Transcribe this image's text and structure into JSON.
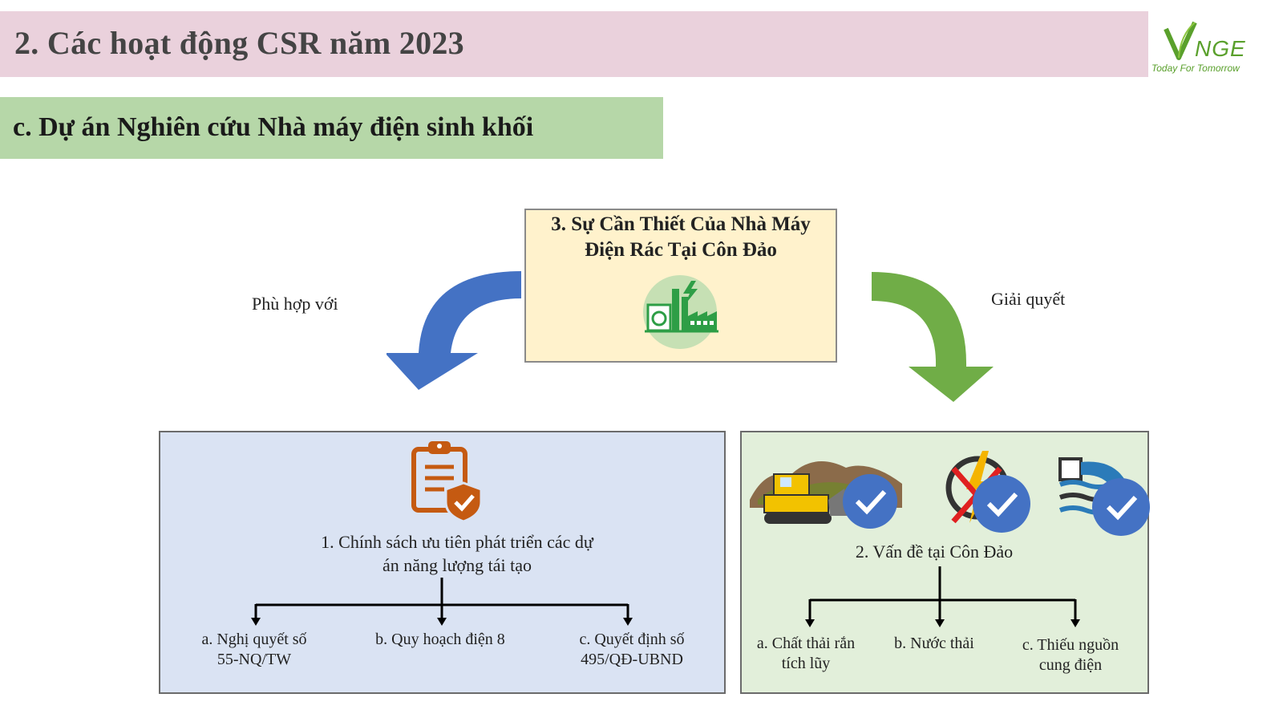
{
  "header": {
    "title": "2. Các hoạt động CSR năm 2023"
  },
  "logo": {
    "brand": "VNGE",
    "tagline": "Today For Tomorrow"
  },
  "section": {
    "title": "c. Dự án Nghiên cứu Nhà máy điện sinh khối"
  },
  "center": {
    "title_line1": "3. Sự Cần Thiết Của Nhà Máy",
    "title_line2": "Điện Rác Tại Côn Đảo",
    "icon": "green-power-plant-icon"
  },
  "arrows": {
    "left_label": "Phù hợp với",
    "right_label": "Giải quyết",
    "left_color": "#4472c4",
    "right_color": "#70ad47"
  },
  "policy": {
    "icon": "clipboard-shield-icon",
    "title_line1": "1.   Chính sách ưu tiên phát triển các dự",
    "title_line2": "án năng lượng tái tạo",
    "items": [
      {
        "line1": "a. Nghị quyết số",
        "line2": "55-NQ/TW"
      },
      {
        "line1": "b. Quy hoạch điện 8",
        "line2": ""
      },
      {
        "line1": "c.  Quyết  định  số",
        "line2": "495/QĐ-UBND"
      }
    ]
  },
  "issues": {
    "title": "2. Vấn đề tại Côn Đảo",
    "icons": [
      "bulldozer-waste-icon",
      "no-electricity-icon",
      "wastewater-icon"
    ],
    "check_icon": "check-circle-icon",
    "items": [
      {
        "line1": "a. Chất thải rắn",
        "line2": "tích lũy"
      },
      {
        "line1": "b. Nước thải",
        "line2": ""
      },
      {
        "line1": "c. Thiếu nguồn",
        "line2": "cung điện"
      }
    ]
  },
  "colors": {
    "header_bg": "#ead1dc",
    "section_bg": "#b6d7a8",
    "center_bg": "#fff2cc",
    "policy_bg": "#dae3f3",
    "issues_bg": "#e2efda",
    "accent_orange": "#c55a11",
    "check_blue": "#4472c4"
  }
}
